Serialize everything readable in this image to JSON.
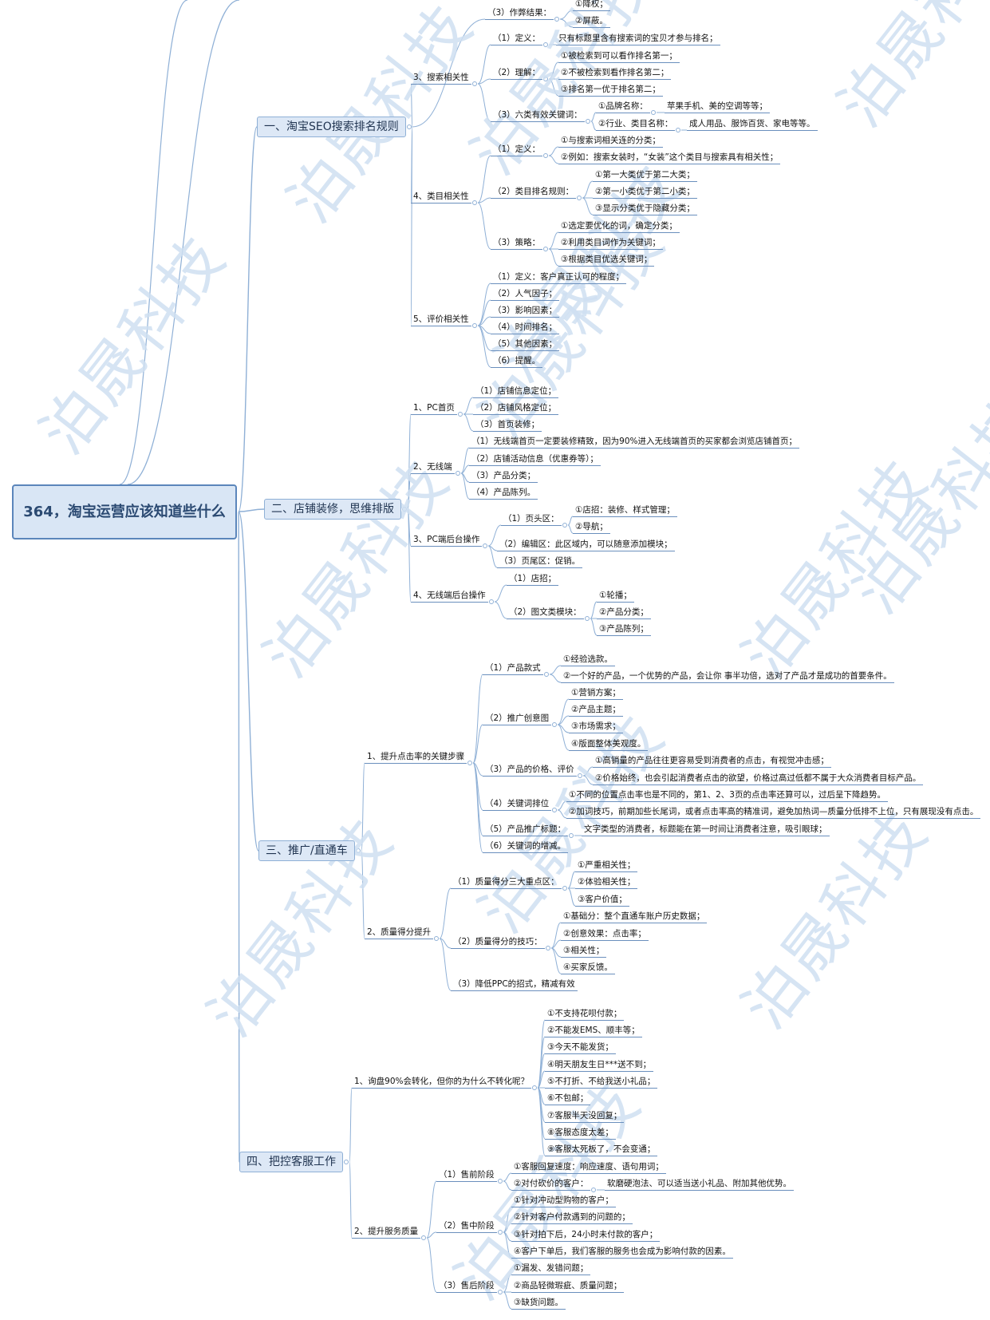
{
  "watermark": "泊晟科技",
  "root": "364，淘宝运营应该知道些什么",
  "sections": [
    {
      "label": "一、淘宝SEO搜索排名规则",
      "children": [
        {
          "label": "（3）作弊结果：",
          "children": [
            {
              "label": "①降权；"
            },
            {
              "label": "②屏蔽。"
            }
          ]
        },
        {
          "label": "3、搜索相关性",
          "children": [
            {
              "label": "（1）定义：",
              "children": [
                {
                  "label": "只有标题里含有搜索词的宝贝才参与排名；"
                }
              ]
            },
            {
              "label": "（2）理解：",
              "children": [
                {
                  "label": "①被检索到可以看作排名第一；"
                },
                {
                  "label": "②不被检索到看作排名第二；"
                },
                {
                  "label": "③排名第一优于排名第二；"
                }
              ]
            },
            {
              "label": "（3）六类有效关键词：",
              "children": [
                {
                  "label": "①品牌名称：",
                  "children": [
                    {
                      "label": "苹果手机、美的空调等等；"
                    }
                  ]
                },
                {
                  "label": "②行业、类目名称：",
                  "children": [
                    {
                      "label": "成人用品、服饰百货、家电等等。"
                    }
                  ]
                }
              ]
            }
          ]
        },
        {
          "label": "4、类目相关性",
          "children": [
            {
              "label": "（1）定义：",
              "children": [
                {
                  "label": "①与搜索词相关连的分类；"
                },
                {
                  "label": "②例如：搜索女装时，“女装”这个类目与搜索具有相关性；"
                }
              ]
            },
            {
              "label": "（2）类目排名规则：",
              "children": [
                {
                  "label": "①第一大类优于第二大类；"
                },
                {
                  "label": "②第一小类优于第二小类；"
                },
                {
                  "label": "③显示分类优于隐藏分类；"
                }
              ]
            },
            {
              "label": "（3）策略：",
              "children": [
                {
                  "label": "①选定要优化的词，确定分类；"
                },
                {
                  "label": "②利用类目词作为关键词；"
                },
                {
                  "label": "③根据类目优选关键词；"
                }
              ]
            }
          ]
        },
        {
          "label": "5、评价相关性",
          "children": [
            {
              "label": "（1）定义：客户真正认可的程度；"
            },
            {
              "label": "（2）人气因子；"
            },
            {
              "label": "（3）影响因素；"
            },
            {
              "label": "（4）时间排名；"
            },
            {
              "label": "（5）其他因素；"
            },
            {
              "label": "（6）提醒。"
            }
          ]
        }
      ]
    },
    {
      "label": "二、店铺装修，思维排版",
      "children": [
        {
          "label": "1、PC首页",
          "children": [
            {
              "label": "（1）店铺信息定位；"
            },
            {
              "label": "（2）店铺风格定位；"
            },
            {
              "label": "（3）首页装修；"
            }
          ]
        },
        {
          "label": "2、无线端",
          "children": [
            {
              "label": "（1）无线端首页一定要装修精致，因为90%进入无线端首页的买家都会浏览店铺首页；"
            },
            {
              "label": "（2）店铺活动信息（优惠券等）；"
            },
            {
              "label": "（3）产品分类；"
            },
            {
              "label": "（4）产品陈列。"
            }
          ]
        },
        {
          "label": "3、PC端后台操作",
          "children": [
            {
              "label": "（1）页头区：",
              "children": [
                {
                  "label": "①店招：装修、样式管理；"
                },
                {
                  "label": "②导航；"
                }
              ]
            },
            {
              "label": "（2）编辑区：此区域内，可以随意添加模块；"
            },
            {
              "label": "（3）页尾区：促销。"
            }
          ]
        },
        {
          "label": "4、无线端后台操作",
          "children": [
            {
              "label": "（1）店招；"
            },
            {
              "label": "（2）图文类模块：",
              "children": [
                {
                  "label": "①轮播；"
                },
                {
                  "label": "②产品分类；"
                },
                {
                  "label": "③产品陈列；"
                }
              ]
            }
          ]
        }
      ]
    },
    {
      "label": "三、推广/直通车",
      "children": [
        {
          "label": "1、提升点击率的关键步骤",
          "children": [
            {
              "label": "（1）产品款式",
              "children": [
                {
                  "label": "①经验选款。"
                },
                {
                  "label": "②一个好的产品，一个优势的产品，会让你 事半功倍，选对了产品才是成功的首要条件。"
                }
              ]
            },
            {
              "label": "（2）推广创意图",
              "children": [
                {
                  "label": "①营销方案；"
                },
                {
                  "label": "②产品主题；"
                },
                {
                  "label": "③市场需求；"
                },
                {
                  "label": "④版面整体美观度。"
                }
              ]
            },
            {
              "label": "（3）产品的价格、评价",
              "children": [
                {
                  "label": "①高销量的产品往往更容易受到消费者的点击，有视觉冲击感；"
                },
                {
                  "label": "②价格始终，也会引起消费者点击的欲望，价格过高过低都不属于大众消费者目标产品。"
                }
              ]
            },
            {
              "label": "（4）关键词排位",
              "children": [
                {
                  "label": "①不同的位置点击率也是不同的，第1、2、3页的点击率还算可以，过后呈下降趋势。"
                },
                {
                  "label": "②加词技巧，前期加些长尾词，或者点击率高的精准词，避免加热词—质量分低排不上位，只有展现没有点击。"
                }
              ]
            },
            {
              "label": "（5）产品推广标题：",
              "children": [
                {
                  "label": "文字类型的消费者，标题能在第一时间让消费者注意，吸引眼球；"
                }
              ]
            },
            {
              "label": "（6）关键词的增减。"
            }
          ]
        },
        {
          "label": "2、质量得分提升",
          "children": [
            {
              "label": "（1）质量得分三大重点区：",
              "children": [
                {
                  "label": "①严重相关性；"
                },
                {
                  "label": "②体验相关性；"
                },
                {
                  "label": "③客户价值；"
                }
              ]
            },
            {
              "label": "（2）质量得分的技巧：",
              "children": [
                {
                  "label": "①基础分：整个直通车账户历史数据；"
                },
                {
                  "label": "②创意效果：点击率；"
                },
                {
                  "label": "③相关性；"
                },
                {
                  "label": "④买家反馈。"
                }
              ]
            },
            {
              "label": "（3）降低PPC的招式，精减有效"
            }
          ]
        }
      ]
    },
    {
      "label": "四、把控客服工作",
      "children": [
        {
          "label": "1、询盘90%会转化，但你的为什么不转化呢？",
          "children": [
            {
              "label": "①不支持花呗付款；"
            },
            {
              "label": "②不能发EMS、顺丰等；"
            },
            {
              "label": "③今天不能发货；"
            },
            {
              "label": "④明天朋友生日***送不到；"
            },
            {
              "label": "⑤不打折、不给我送小礼品；"
            },
            {
              "label": "⑥不包邮；"
            },
            {
              "label": "⑦客服半天没回复；"
            },
            {
              "label": "⑧客服态度太差；"
            },
            {
              "label": "⑨客服太死板了，不会变通；"
            }
          ]
        },
        {
          "label": "2、提升服务质量",
          "children": [
            {
              "label": "（1）售前阶段",
              "children": [
                {
                  "label": "①客服回复速度：响应速度、语句用词；"
                },
                {
                  "label": "②对付砍价的客户：",
                  "children": [
                    {
                      "label": "软磨硬泡法、可以适当送小礼品、附加其他优势。"
                    }
                  ]
                }
              ]
            },
            {
              "label": "（2）售中阶段",
              "children": [
                {
                  "label": "①针对冲动型购物的客户；"
                },
                {
                  "label": "②针对客户付款遇到的问题的；"
                },
                {
                  "label": "③针对拍下后，24小时未付款的客户；"
                },
                {
                  "label": "④客户下单后，我们客服的服务也会成为影响付款的因素。"
                }
              ]
            },
            {
              "label": "（3）售后阶段",
              "children": [
                {
                  "label": "①漏发、发错问题；"
                },
                {
                  "label": "②商品轻微瑕疵、质量问题；"
                },
                {
                  "label": "③缺货问题。"
                }
              ]
            }
          ]
        }
      ]
    }
  ]
}
